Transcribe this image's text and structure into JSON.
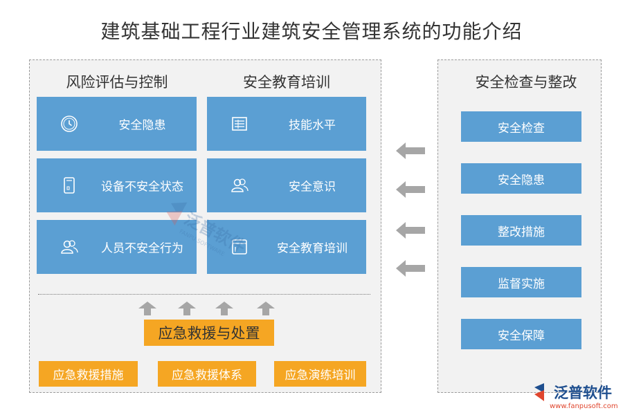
{
  "title": "建筑基础工程行业建筑安全管理系统的功能介绍",
  "left_panel": {
    "col1_heading": "风险评估与控制",
    "col2_heading": "安全教育培训",
    "col1_items": [
      {
        "label": "安全隐患",
        "icon": "clock-icon"
      },
      {
        "label": "设备不安全状态",
        "icon": "tablet-icon"
      },
      {
        "label": "人员不安全行为",
        "icon": "users-icon"
      }
    ],
    "col2_items": [
      {
        "label": "技能水平",
        "icon": "document-list-icon"
      },
      {
        "label": "安全意识",
        "icon": "users-icon"
      },
      {
        "label": "安全教育培训",
        "icon": "window-icon"
      }
    ],
    "emergency_heading": "应急救援与处置",
    "emergency_items": [
      "应急救援措施",
      "应急救援体系",
      "应急演练培训"
    ]
  },
  "right_panel": {
    "heading": "安全检查与整改",
    "items": [
      "安全检查",
      "安全隐患",
      "整改措施",
      "监督实施",
      "安全保障"
    ]
  },
  "watermark": {
    "text": "泛普软件",
    "subtext": "FANPU SOFTWARE"
  },
  "logo": {
    "name": "泛普软件",
    "url": "www.fanpusoft.com"
  },
  "colors": {
    "tile_blue": "#5b9fd3",
    "orange": "#f5a623",
    "panel_bg": "#f2f2f2",
    "arrow_gray": "#a6a6a6",
    "logo_blue": "#1f4f8f",
    "logo_red": "#e0462e"
  }
}
